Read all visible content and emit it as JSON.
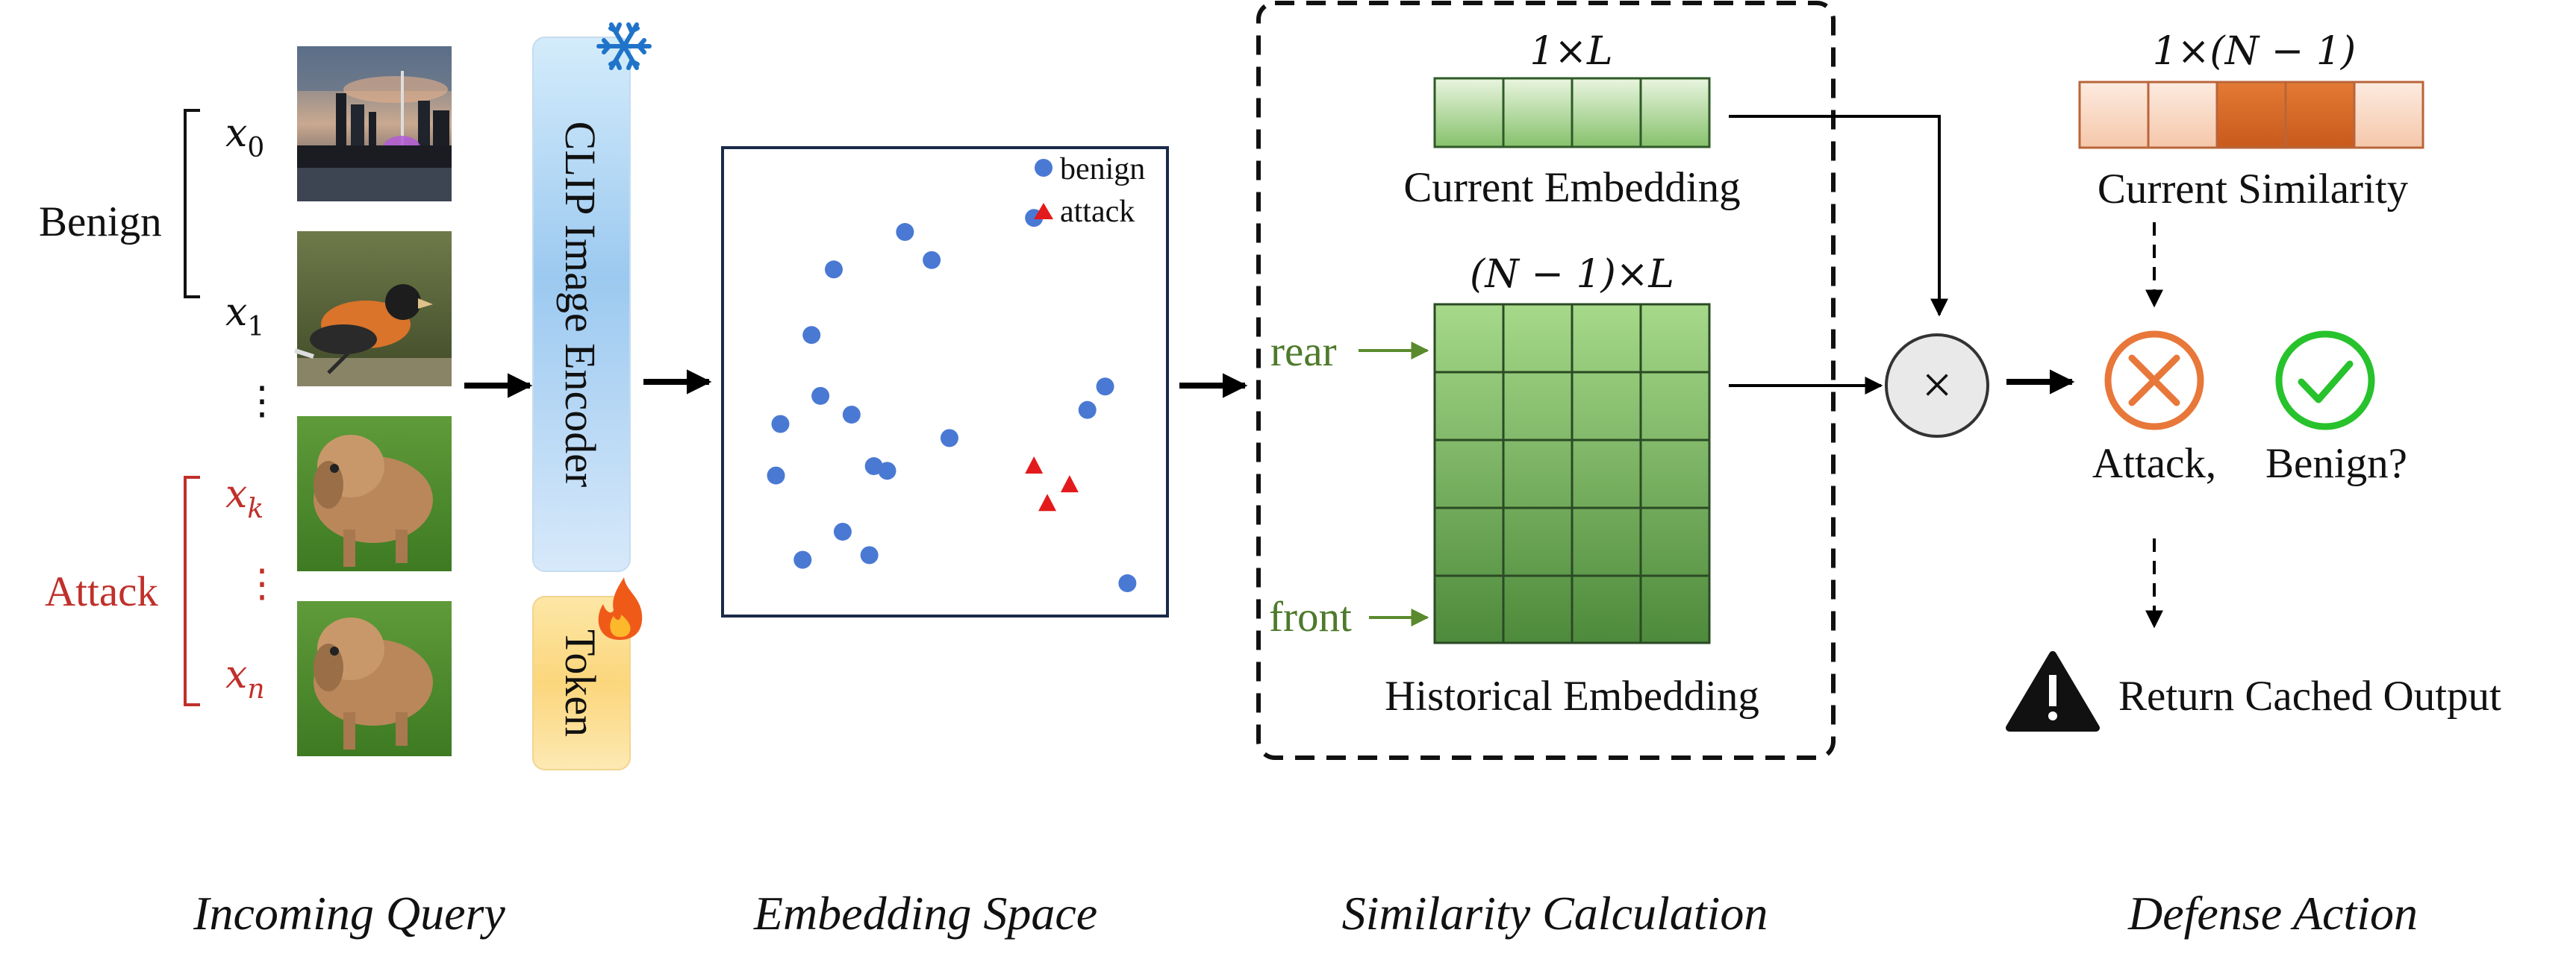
{
  "incoming_query": {
    "group_benign": "Benign",
    "group_attack": "Attack",
    "x0": "x",
    "x0_sub": "0",
    "x1": "x",
    "x1_sub": "1",
    "xk": "x",
    "xk_sub": "k",
    "xn": "x",
    "xn_sub": "n",
    "ellipsis_benign": "⋮",
    "ellipsis_attack": "⋮"
  },
  "encoder": {
    "label": "CLIP Image Encoder",
    "frozen_icon": "snowflake-icon",
    "token_label": "Token",
    "trainable_icon": "fire-icon"
  },
  "embedding_space": {
    "legend_benign": "benign",
    "legend_attack": "attack",
    "benign_points": [
      [
        0.41,
        0.82
      ],
      [
        0.25,
        0.74
      ],
      [
        0.2,
        0.6
      ],
      [
        0.13,
        0.41
      ],
      [
        0.22,
        0.47
      ],
      [
        0.29,
        0.43
      ],
      [
        0.34,
        0.32
      ],
      [
        0.51,
        0.38
      ],
      [
        0.82,
        0.44
      ],
      [
        0.86,
        0.49
      ],
      [
        0.33,
        0.13
      ],
      [
        0.37,
        0.31
      ],
      [
        0.12,
        0.3
      ],
      [
        0.18,
        0.12
      ],
      [
        0.27,
        0.18
      ],
      [
        0.7,
        0.85
      ],
      [
        0.91,
        0.07
      ],
      [
        0.47,
        0.76
      ]
    ],
    "attack_points": [
      [
        0.73,
        0.24
      ],
      [
        0.7,
        0.32
      ],
      [
        0.78,
        0.28
      ]
    ],
    "colors": {
      "benign": "#4a79d4",
      "attack": "#e31a1c"
    }
  },
  "similarity": {
    "current_dim": "1×L",
    "current_label": "Current Embedding",
    "historical_dim": "(N − 1)×L",
    "historical_label": "Historical Embedding",
    "rear_label": "rear",
    "front_label": "front",
    "operator": "×"
  },
  "defense": {
    "similarity_dim": "1×(N − 1)",
    "similarity_label": "Current Similarity",
    "attack_label": "Attack,",
    "benign_label": "Benign?",
    "output_label": "Return Cached Output",
    "colors": {
      "high": "#d8692a",
      "low": "#f9d8c6",
      "cross": "#e8773a",
      "check": "#27c22c"
    }
  },
  "captions": {
    "incoming": "Incoming Query",
    "embedding": "Embedding Space",
    "similarity": "Similarity Calculation",
    "defense": "Defense Action"
  }
}
